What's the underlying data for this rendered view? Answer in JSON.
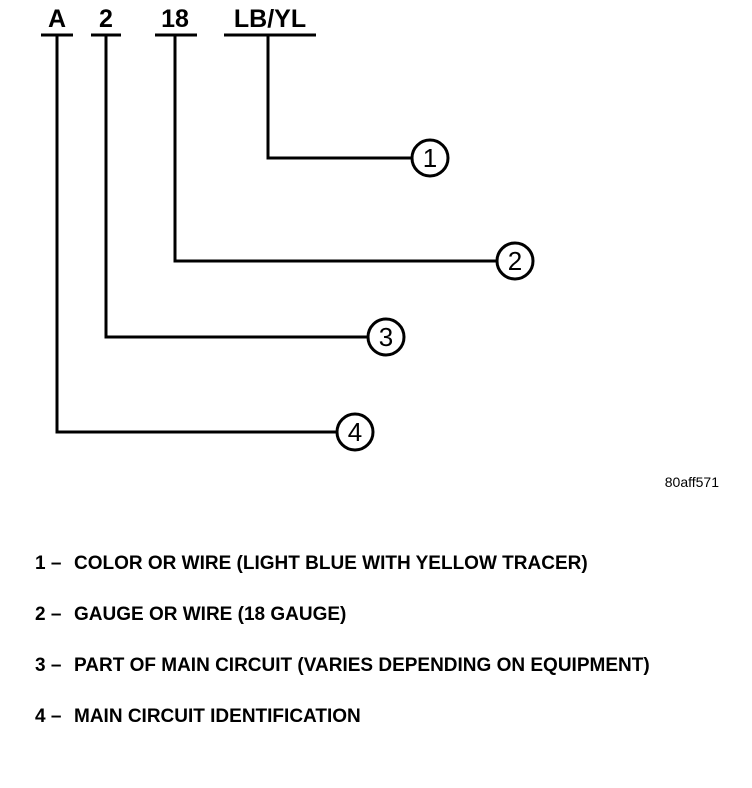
{
  "diagram": {
    "codes": [
      "A",
      "2",
      "18",
      "LB/YL"
    ],
    "callouts": [
      "1",
      "2",
      "3",
      "4"
    ],
    "reference": "80aff571"
  },
  "legend": [
    {
      "number": "1 –",
      "text": "COLOR OR WIRE (LIGHT BLUE WITH YELLOW TRACER)"
    },
    {
      "number": "2 –",
      "text": "GAUGE OR WIRE (18 GAUGE)"
    },
    {
      "number": "3 –",
      "text": "PART OF MAIN CIRCUIT (VARIES DEPENDING ON EQUIPMENT)"
    },
    {
      "number": "4 –",
      "text": "MAIN CIRCUIT IDENTIFICATION"
    }
  ]
}
